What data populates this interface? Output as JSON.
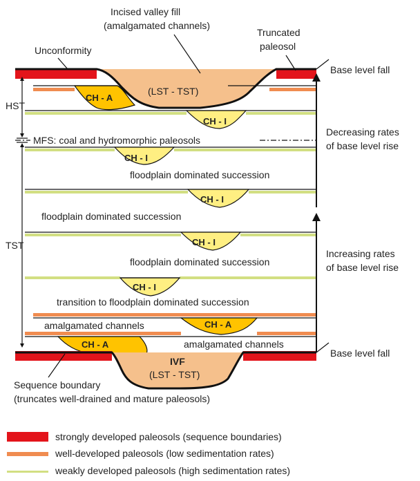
{
  "colors": {
    "strong_paleosol": "#e3141b",
    "well_developed": "#f08c50",
    "weak": "#d2df82",
    "ch_a_fill": "#ffc300",
    "ch_i_fill": "#ffef82",
    "ivf_fill": "#f5c08c",
    "surface": "#111111"
  },
  "top_labels": {
    "ivf_title_1": "Incised valley fill",
    "ivf_title_2": "(amalgamated channels)",
    "truncated_1": "Truncated",
    "truncated_2": "paleosol",
    "unconformity": "Unconformity"
  },
  "left_labels": {
    "hst": "HST",
    "tst": "TST"
  },
  "right_labels": {
    "base_level_fall_top": "Base level fall",
    "decreasing_1": "Decreasing rates",
    "decreasing_2": "of base level rise",
    "increasing_1": "Increasing rates",
    "increasing_2": "of base level rise",
    "base_level_fall_bottom": "Base level fall"
  },
  "channels": {
    "ch_a": "CH - A",
    "ch_i": "CH - I",
    "lst_tst_top": "(LST - TST)",
    "ivf": "IVF",
    "lst_tst_bottom": "(LST - TST)"
  },
  "body_labels": {
    "mfs": "MFS: coal and hydromorphic paleosols",
    "floodplain_1": "floodplain dominated succession",
    "floodplain_2": "floodplain dominated succession",
    "floodplain_3": "floodplain dominated succession",
    "transition": "transition to floodplain dominated succession",
    "amalgamated_1": "amalgamated channels",
    "amalgamated_2": "amalgamated channels"
  },
  "bottom_labels": {
    "sequence_boundary_1": "Sequence boundary",
    "sequence_boundary_2": "(truncates well-drained and mature paleosols)"
  },
  "legend": [
    {
      "label": "strongly developed paleosols (sequence boundaries)",
      "color": "#e3141b"
    },
    {
      "label": "well-developed paleosols (low sedimentation rates)",
      "color": "#f08c50"
    },
    {
      "label": "weakly developed paleosols (high sedimentation rates)",
      "color": "#d2df82"
    }
  ]
}
